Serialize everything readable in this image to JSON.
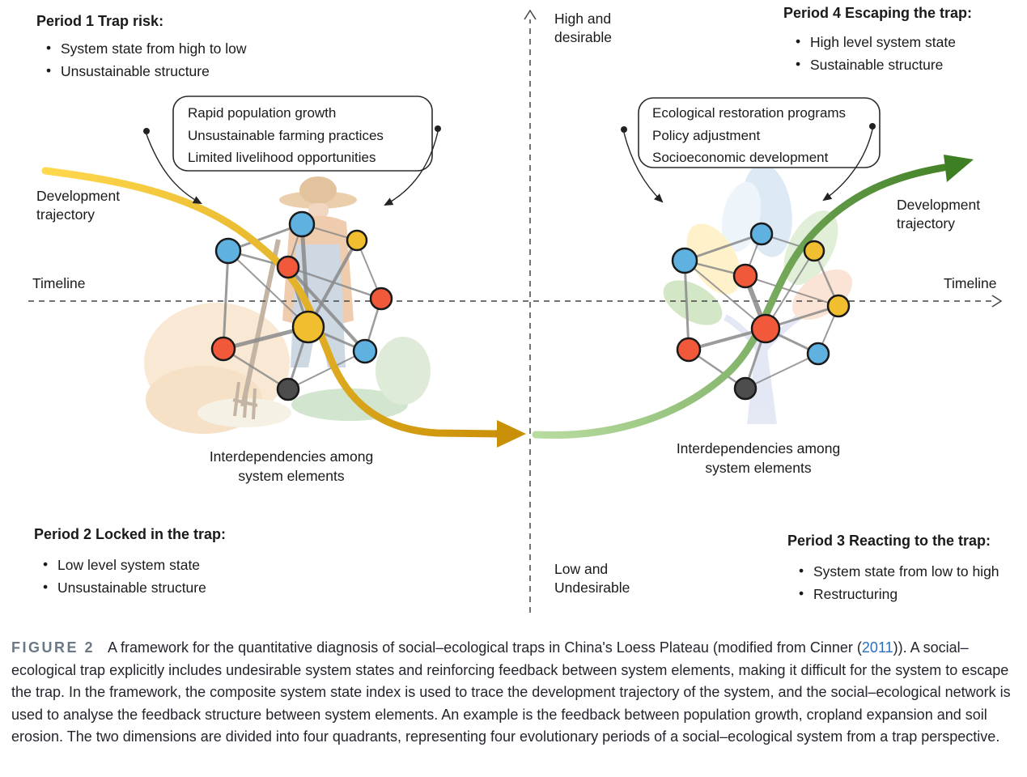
{
  "quadrants": {
    "period1": {
      "title": "Period 1 Trap risk:",
      "bullets": [
        "System state from high to low",
        "Unsustainable structure"
      ]
    },
    "period2": {
      "title": "Period 2 Locked in the trap:",
      "bullets": [
        "Low level system state",
        "Unsustainable structure"
      ]
    },
    "period3": {
      "title": "Period 3 Reacting to the trap:",
      "bullets": [
        "System state from low to high",
        "Restructuring"
      ]
    },
    "period4": {
      "title": "Period 4 Escaping the trap:",
      "bullets": [
        "High level system state",
        "Sustainable structure"
      ]
    }
  },
  "axes": {
    "y_top": "High and desirable",
    "y_bottom": "Low and Undesirable",
    "timeline_left": "Timeline",
    "timeline_right": "Timeline"
  },
  "trajectories": {
    "left_label": "Development trajectory",
    "right_label": "Development trajectory"
  },
  "callouts": {
    "left": {
      "lines": [
        "Rapid population growth",
        "Unsustainable farming practices",
        "Limited livelihood opportunities"
      ]
    },
    "right": {
      "lines": [
        "Ecological restoration programs",
        "Policy adjustment",
        "Socioeconomic development"
      ]
    }
  },
  "networks": {
    "left_label": "Interdependencies among system elements",
    "right_label": "Interdependencies among system elements"
  },
  "caption": {
    "figure_label": "FIGURE 2",
    "before_link": "A framework for the quantitative diagnosis of social–ecological traps in China's Loess Plateau (modified from Cinner (",
    "link_text": "2011",
    "after_link": ")). A social–ecological trap explicitly includes undesirable system states and reinforcing feedback between system elements, making it difficult for the system to escape the trap. In the framework, the composite system state index is used to trace the development trajectory of the system, and the social–ecological network is used to analyse the feedback structure between system elements. An example is the feedback between population growth, cropland expansion and soil erosion. The two dimensions are divided into four quadrants, representing four evolutionary periods of a social–ecological system from a trap perspective."
  },
  "colors": {
    "node_blue": "#5FB2E0",
    "node_red": "#F2593B",
    "node_yellow": "#F0BE2E",
    "node_gray": "#4D4D4D",
    "edge_gray": "#8A8A8A",
    "trajectory_yellow_start": "#FFD84D",
    "trajectory_yellow_end": "#C98F06",
    "trajectory_green_start": "#B8DCA0",
    "trajectory_green_end": "#3F7F23",
    "axis_color": "#444444",
    "link_blue": "#2A6FBF",
    "figure_label_gray": "#6B7886"
  }
}
